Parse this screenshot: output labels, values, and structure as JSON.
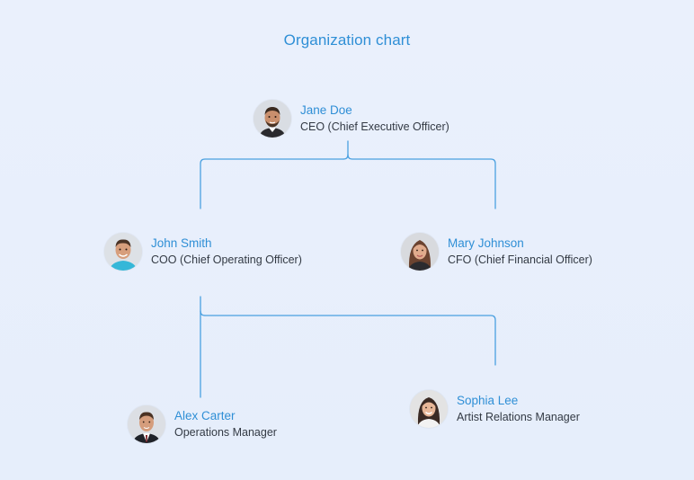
{
  "chart": {
    "title": "Organization chart"
  },
  "nodes": {
    "ceo": {
      "name": "Jane Doe",
      "role": "CEO (Chief Executive Officer)"
    },
    "coo": {
      "name": "John Smith",
      "role": "COO (Chief Operating Officer)"
    },
    "cfo": {
      "name": "Mary Johnson",
      "role": "CFO (Chief Financial Officer)"
    },
    "ops": {
      "name": "Alex Carter",
      "role": "Operations Manager"
    },
    "artist": {
      "name": "Sophia Lee",
      "role": "Artist Relations Manager"
    }
  },
  "edges": [
    {
      "from": "Jane Doe",
      "to": "John Smith"
    },
    {
      "from": "Jane Doe",
      "to": "Mary Johnson"
    },
    {
      "from": "John Smith",
      "to": "Alex Carter"
    },
    {
      "from": "John Smith",
      "to": "Sophia Lee"
    }
  ],
  "colors": {
    "accent": "#2f8fd6",
    "connector": "#4aa0e0",
    "text": "#333a44",
    "background": "#e8effb"
  }
}
